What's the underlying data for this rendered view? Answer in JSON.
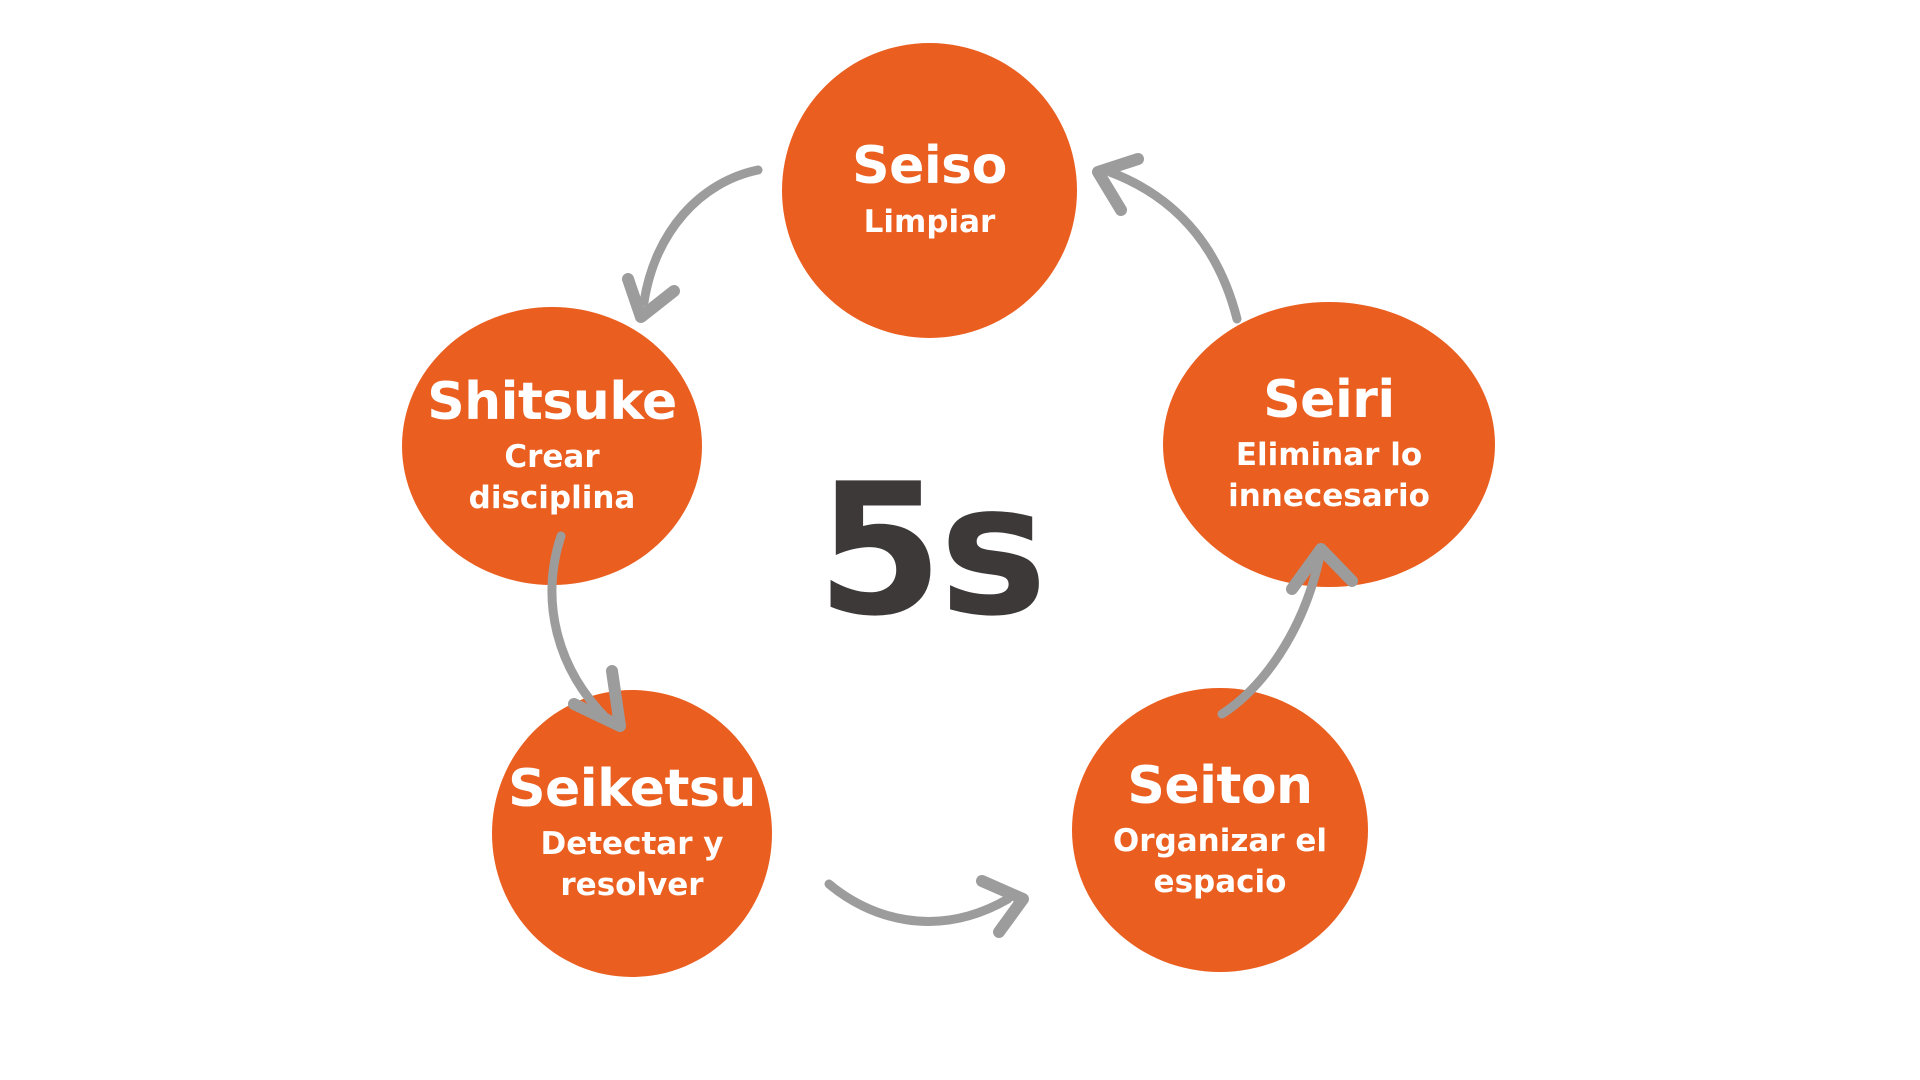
{
  "title": "5s",
  "colors": {
    "background": "#FFFFFF",
    "circle": "#EA5E20",
    "label": "#FFFFFF",
    "center_text": "#3E3939",
    "arrow": "#9C9C9C"
  },
  "steps": [
    {
      "position": "top",
      "name": "Seiso",
      "description": "Limpiar",
      "lines": [
        "Limpiar"
      ]
    },
    {
      "position": "upper-left",
      "name": "Shitsuke",
      "description": "Crear disciplina",
      "lines": [
        "Crear",
        "disciplina"
      ]
    },
    {
      "position": "lower-left",
      "name": "Seiketsu",
      "description": "Detectar y resolver",
      "lines": [
        "Detectar y",
        "resolver"
      ]
    },
    {
      "position": "lower-right",
      "name": "Seiton",
      "description": "Organizar el espacio",
      "lines": [
        "Organizar el",
        "espacio"
      ]
    },
    {
      "position": "upper-right",
      "name": "Seiri",
      "description": "Eliminar lo innecesario",
      "lines": [
        "Eliminar lo",
        "innecesario"
      ]
    }
  ],
  "arrows": [
    {
      "from": "Seiso",
      "to": "Shitsuke"
    },
    {
      "from": "Shitsuke",
      "to": "Seiketsu"
    },
    {
      "from": "Seiketsu",
      "to": "Seiton"
    },
    {
      "from": "Seiton",
      "to": "Seiri"
    },
    {
      "from": "Seiri",
      "to": "Seiso"
    }
  ]
}
